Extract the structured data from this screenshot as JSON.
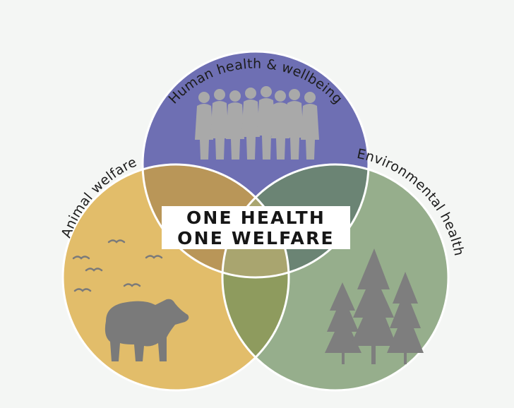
{
  "diagram": {
    "center": {
      "line1": "ONE HEALTH",
      "line2": "ONE WELFARE"
    },
    "circles": [
      {
        "label": "Human health & wellbeing",
        "color": "#6e6fb3",
        "icon": "people-group-icon"
      },
      {
        "label": "Animal welfare",
        "color": "#e2bd6a",
        "icon": "bear-and-birds-icon"
      },
      {
        "label": "Environmental health",
        "color": "#96ae8c",
        "icon": "pine-trees-icon"
      }
    ],
    "overlap_colors": {
      "human_animal": "#b99658",
      "human_environment": "#6b8474",
      "animal_environment": "#8e9b5e",
      "all": "#a9a56f"
    }
  }
}
